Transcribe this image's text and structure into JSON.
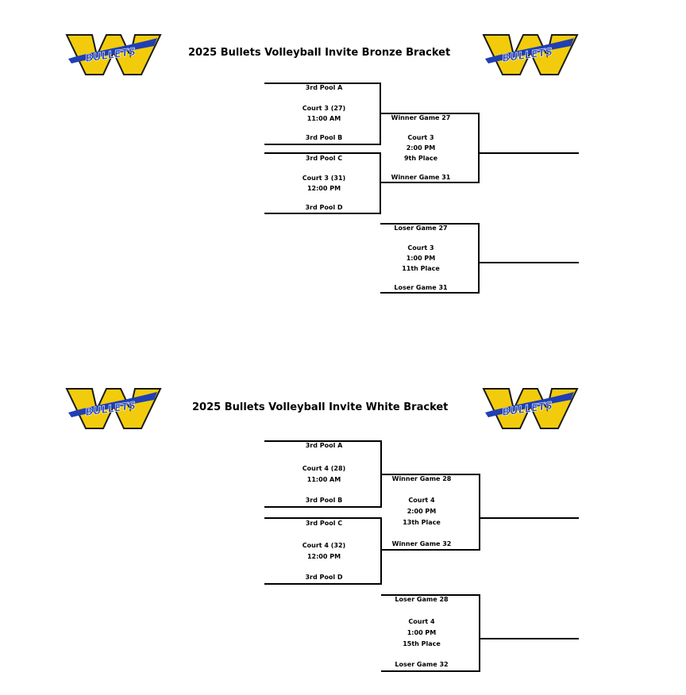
{
  "logo": {
    "text": "BULLETS",
    "colors": {
      "gold": "#f2cc0c",
      "outline": "#1a1a1a",
      "blue": "#1f3fb4"
    }
  },
  "brackets": [
    {
      "title": "2025 Bullets Volleyball Invite Bronze Bracket",
      "game1": {
        "top": "3rd Pool A",
        "court": "Court 3 (27)",
        "time": "11:00 AM",
        "bottom": "3rd Pool B"
      },
      "game2": {
        "top": "3rd Pool C",
        "court": "Court 3 (31)",
        "time": "12:00 PM",
        "bottom": "3rd Pool D"
      },
      "final": {
        "top": "Winner Game 27",
        "court": "Court 3",
        "time": "2:00 PM",
        "place": "9th Place",
        "bottom": "Winner Game 31"
      },
      "consolation": {
        "top": "Loser Game 27",
        "court": "Court 3",
        "time": "1:00 PM",
        "place": "11th Place",
        "bottom": "Loser Game 31"
      }
    },
    {
      "title": "2025 Bullets Volleyball Invite White Bracket",
      "game1": {
        "top": "3rd Pool A",
        "court": "Court 4 (28)",
        "time": "11:00 AM",
        "bottom": "3rd Pool B"
      },
      "game2": {
        "top": "3rd Pool C",
        "court": "Court 4 (32)",
        "time": "12:00 PM",
        "bottom": "3rd Pool D"
      },
      "final": {
        "top": "Winner Game 28",
        "court": "Court 4",
        "time": "2:00 PM",
        "place": "13th Place",
        "bottom": "Winner Game 32"
      },
      "consolation": {
        "top": "Loser Game 28",
        "court": "Court 4",
        "time": "1:00 PM",
        "place": "15th Place",
        "bottom": "Loser Game 32"
      }
    }
  ]
}
